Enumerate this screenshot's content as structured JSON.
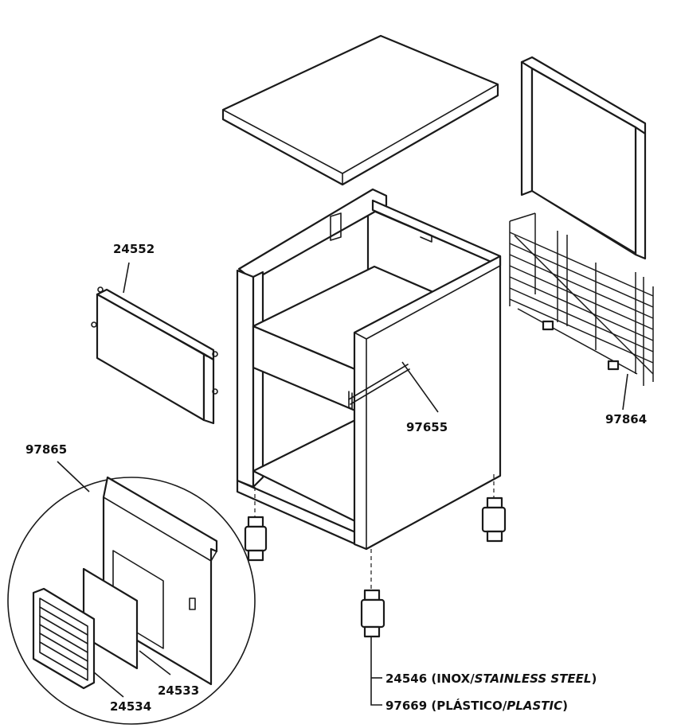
{
  "labels": {
    "door_panel": "24552",
    "shelf_support": "97655",
    "side_rack": "97864",
    "door_kit": "97865",
    "grille": "24534",
    "filter": "24533"
  },
  "legs": {
    "inox": {
      "code": "24546",
      "open": " (",
      "term": "INOX",
      "sep": "/",
      "term_en": "STAINLESS STEEL",
      "close": ")"
    },
    "plastic": {
      "code": "97669",
      "open": " (",
      "term": "PLÁSTICO",
      "sep": "/",
      "term_en": "PLASTIC",
      "close": ")"
    }
  }
}
